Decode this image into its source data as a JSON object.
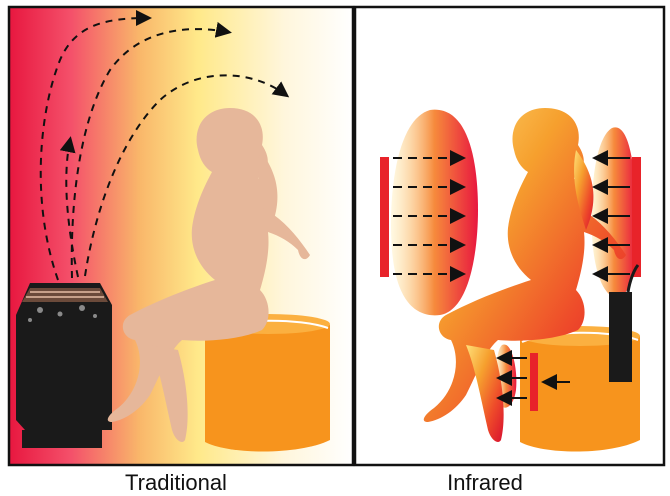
{
  "panels": [
    {
      "id": "traditional",
      "caption": "Traditional"
    },
    {
      "id": "infrared",
      "caption": "Infrared"
    }
  ],
  "colors": {
    "frame": "#111111",
    "hot_red": "#e8173f",
    "warm_yellow": "#ffe16b",
    "skin": "#e6b79a",
    "tub": "#f7941d",
    "heater": "#1a1a1a",
    "emitter": "#e8232a"
  },
  "icons": [
    "heater-icon",
    "person-silhouette",
    "tub-icon",
    "heat-flow-arrow",
    "infrared-emitter"
  ]
}
